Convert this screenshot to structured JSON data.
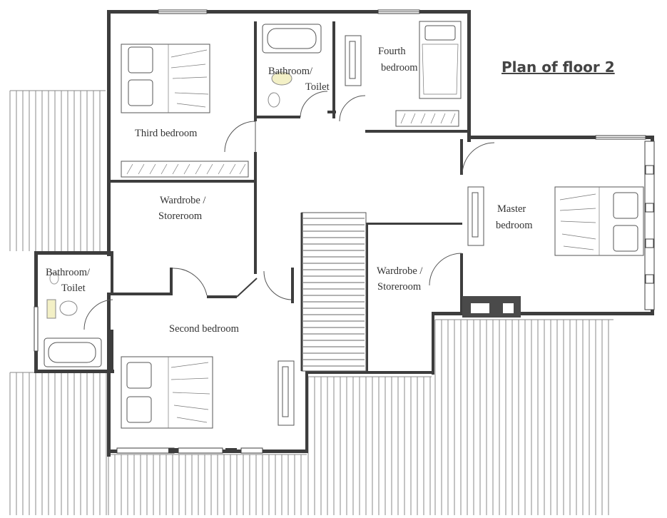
{
  "title": "Plan of floor 2",
  "rooms": {
    "third_bedroom": "Third bedroom",
    "bathroom_top_line1": "Bathroom/",
    "bathroom_top_line2": "Toilet",
    "fourth_bedroom_line1": "Fourth",
    "fourth_bedroom_line2": "bedroom",
    "wardrobe_left_line1": "Wardrobe /",
    "wardrobe_left_line2": "Storeroom",
    "master_bedroom_line1": "Master",
    "master_bedroom_line2": "bedroom",
    "wardrobe_right_line1": "Wardrobe /",
    "wardrobe_right_line2": "Storeroom",
    "bathroom_left_line1": "Bathroom/",
    "bathroom_left_line2": "Toilet",
    "second_bedroom": "Second bedroom"
  },
  "colors": {
    "wall": "#3d3d3d",
    "deck": "#8a8a8a",
    "fixture_yellow": "#f3f0c6",
    "fireplace": "#4a4a4a"
  }
}
